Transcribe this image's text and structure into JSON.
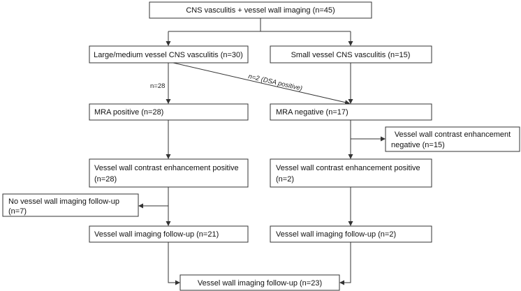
{
  "boxes": {
    "total": "CNS vasculitis + vessel wall imaging  (n=45)",
    "large_medium": "Large/medium vessel CNS vasculitis (n=30)",
    "small": "Small vessel CNS vasculitis (n=15)",
    "mra_positive": "MRA positive (n=28)",
    "mra_negative": "MRA negative (n=17)",
    "vw_negative_line1": "Vessel wall contrast enhancement",
    "vw_negative_line2": "negative (n=15)",
    "vw_positive_left_line1": "Vessel wall contrast enhancement positive",
    "vw_positive_left_line2": "(n=28)",
    "vw_positive_right_line1": "Vessel wall contrast enhancement positive",
    "vw_positive_right_line2": "(n=2)",
    "no_followup_line1": "No vessel wall imaging follow-up",
    "no_followup_line2": "(n=7)",
    "followup_left": "Vessel wall imaging follow-up  (n=21)",
    "followup_right": "Vessel wall imaging follow-up  (n=2)",
    "followup_total": "Vessel wall imaging follow-up (n=23)"
  },
  "edge_labels": {
    "n28": "n=28",
    "dsa": "n=2 (DSA positive)"
  }
}
